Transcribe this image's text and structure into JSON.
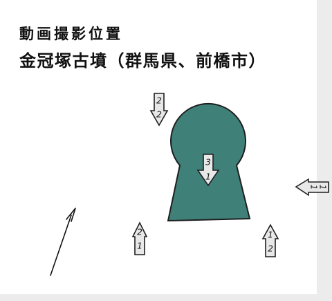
{
  "title": "動画撮影位置",
  "subtitle": "金冠塚古墳（群馬県、前橋市）",
  "colors": {
    "frame": "#ececec",
    "background": "#ffffff",
    "tomb_fill": "#3f8079",
    "arrow_fill": "#e8e8e8",
    "outline": "#1e1e1e"
  },
  "camera_positions": [
    {
      "direction": "down",
      "labels": [
        "2",
        "2"
      ]
    },
    {
      "direction": "down",
      "labels": [
        "3",
        "1"
      ]
    },
    {
      "direction": "left",
      "labels": [
        "1",
        "1"
      ]
    },
    {
      "direction": "up",
      "labels": [
        "2",
        "1"
      ]
    },
    {
      "direction": "up",
      "labels": [
        "1",
        "2"
      ]
    }
  ],
  "icons": {
    "north_indicator": "north-arrow-icon",
    "tomb": "keyhole-tomb-shape"
  }
}
